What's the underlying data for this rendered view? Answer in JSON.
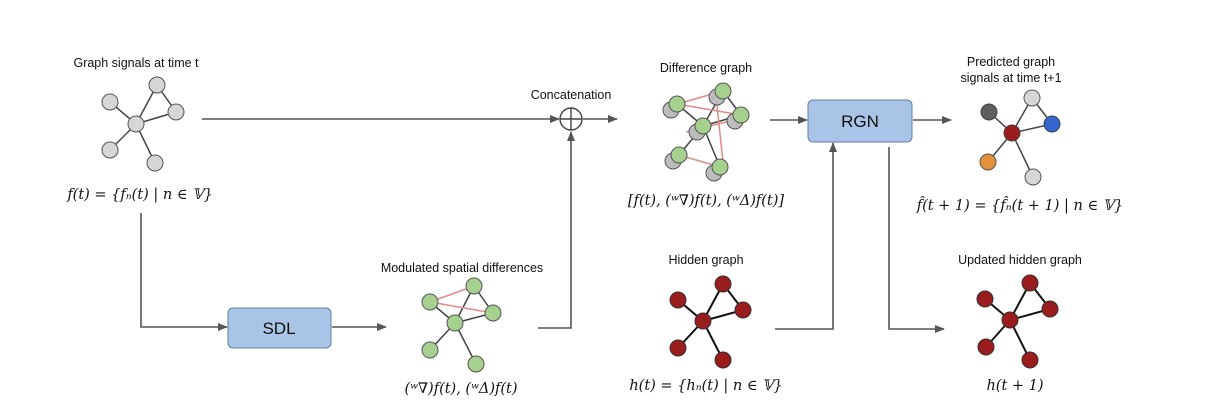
{
  "labels": {
    "graph_signals": "Graph signals at time t",
    "concatenation": "Concatenation",
    "difference_graph": "Difference graph",
    "predicted_line1": "Predicted graph",
    "predicted_line2": "signals at time t+1",
    "modulated": "Modulated spatial differences",
    "hidden_graph": "Hidden graph",
    "updated_hidden": "Updated hidden graph"
  },
  "formulas": {
    "ft": "f(t) = {fₙ(t) | n ∈ 𝕍}",
    "diff": "[f(t), (ʷ∇)f(t), (ʷΔ)f(t)]",
    "predicted": "f̂(t + 1) = {f̂ₙ(t + 1) | n ∈ 𝕍}",
    "modulated": "(ʷ∇)f(t), (ʷΔ)f(t)",
    "hidden": "h(t) = {hₙ(t) | n ∈ 𝕍}",
    "updated": "h(t + 1)"
  },
  "boxes": {
    "sdl": "SDL",
    "rgn": "RGN"
  },
  "colors": {
    "node_gray": "#d6d6d6",
    "node_green": "#a6d08e",
    "node_red": "#9b1c1c",
    "node_dark": "#5f5f5f",
    "node_blue": "#3366cc",
    "node_orange": "#e0913a",
    "box_fill": "#a9c4e6",
    "box_stroke": "#5f7ea8",
    "edge_pink": "#e08a8a"
  }
}
